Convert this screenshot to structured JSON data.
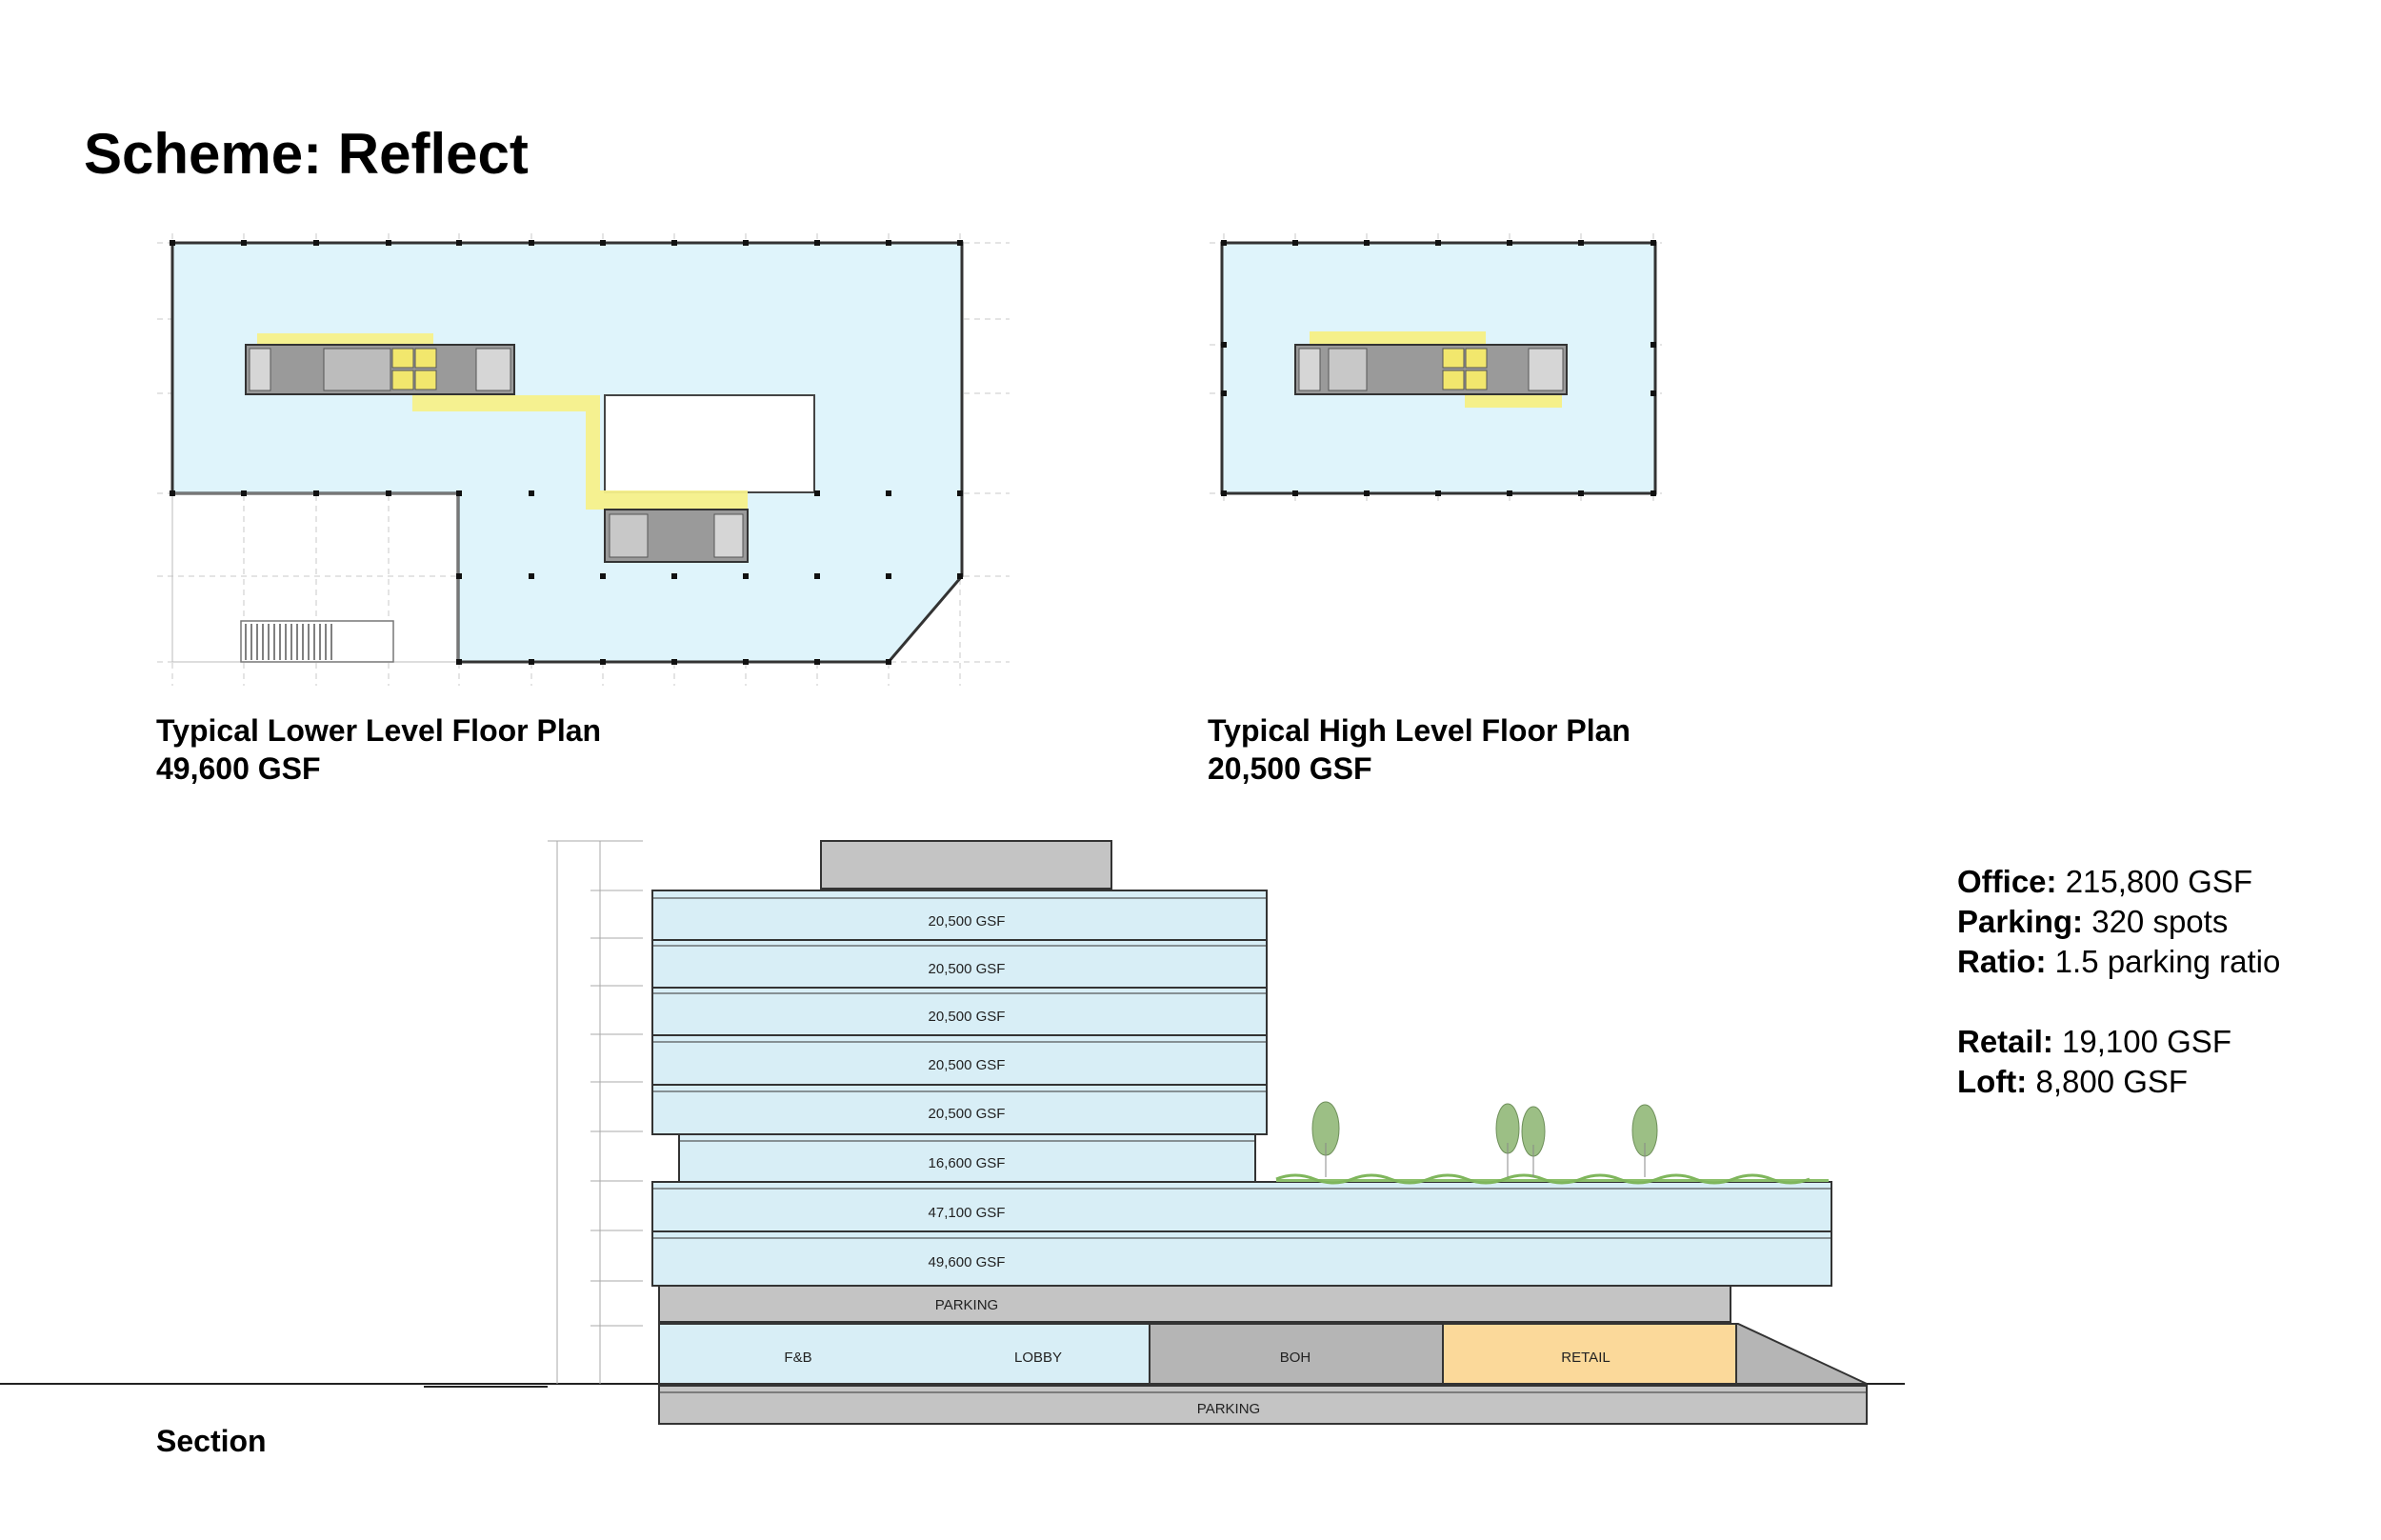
{
  "title": "Scheme: Reflect",
  "plans": {
    "lower": {
      "name": "Typical Lower Level Floor Plan",
      "area": "49,600 GSF"
    },
    "high": {
      "name": "Typical High Level Floor Plan",
      "area": "20,500 GSF"
    }
  },
  "section": {
    "caption": "Section",
    "floors": [
      "20,500 GSF",
      "20,500 GSF",
      "20,500 GSF",
      "20,500 GSF",
      "20,500 GSF",
      "16,600 GSF",
      "47,100 GSF",
      "49,600 GSF"
    ],
    "parking_upper": "PARKING",
    "ground": [
      "F&B",
      "LOBBY",
      "BOH",
      "RETAIL"
    ],
    "parking_lower": "PARKING"
  },
  "stats": [
    {
      "key": "Office:",
      "value": "215,800 GSF"
    },
    {
      "key": "Parking:",
      "value": "320 spots"
    },
    {
      "key": "Ratio:",
      "value": "1.5 parking ratio"
    },
    {
      "key": "Retail:",
      "value": "19,100 GSF"
    },
    {
      "key": "Loft:",
      "value": "8,800 GSF"
    }
  ],
  "colors": {
    "floor_fill": "#dff4fb",
    "section_fill": "#d8eef6",
    "core": "#8f8f8f",
    "corridor": "#f5f08a",
    "retail": "#fbd99a",
    "boh": "#b5b5b5",
    "parking": "#c4c4c4"
  }
}
